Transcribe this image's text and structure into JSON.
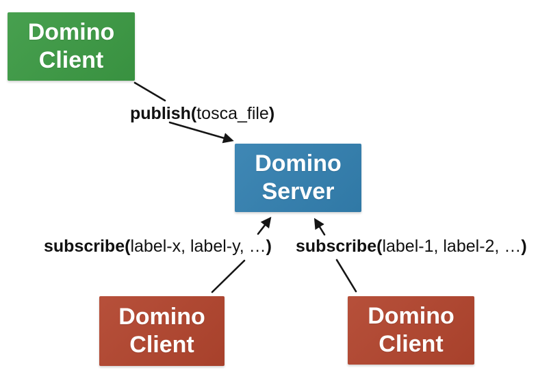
{
  "diagram": {
    "title_hint": "Domino publish/subscribe architecture",
    "nodes": [
      {
        "id": "domino-client-top",
        "line1": "Domino",
        "line2": "Client",
        "color": "#3c9a44"
      },
      {
        "id": "domino-server",
        "line1": "Domino",
        "line2": "Server",
        "color": "#3380b0"
      },
      {
        "id": "domino-client-left",
        "line1": "Domino",
        "line2": "Client",
        "color": "#b2452e"
      },
      {
        "id": "domino-client-right",
        "line1": "Domino",
        "line2": "Client",
        "color": "#b2452e"
      }
    ],
    "edge_labels": [
      {
        "id": "publish",
        "bold_open": "publish(",
        "args": "tosca_file",
        "bold_close": ")"
      },
      {
        "id": "subscribe-left",
        "bold_open": "subscribe(",
        "args": "label-x, label-y, …",
        "bold_close": ")"
      },
      {
        "id": "subscribe-right",
        "bold_open": "subscribe(",
        "args": "label-1, label-2, …",
        "bold_close": ")"
      }
    ],
    "colors": {
      "client_green": "#3c9a44",
      "server_blue": "#3380b0",
      "client_red": "#b2452e",
      "arrow": "#151515",
      "node_text": "#ffffff",
      "label_text": "#111111",
      "background": "#ffffff"
    }
  }
}
